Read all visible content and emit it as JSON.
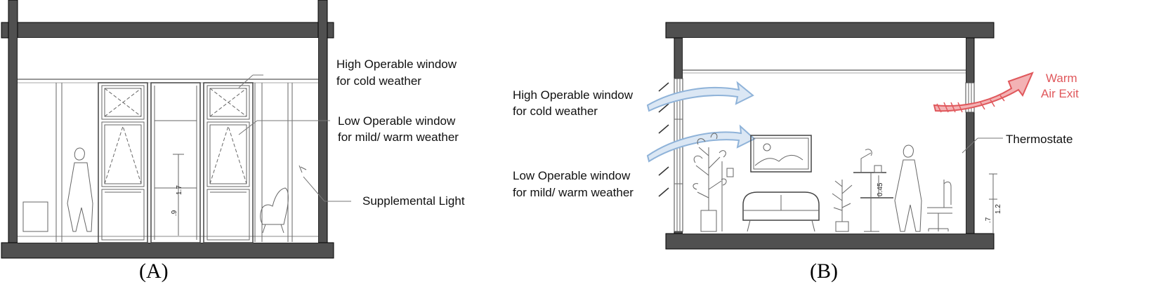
{
  "panel_a": {
    "caption": "(A)",
    "labels": {
      "high_window_line1": "High Operable window",
      "high_window_line2": "for cold weather",
      "low_window_line1": "Low Operable window",
      "low_window_line2": "for mild/ warm weather",
      "supplemental_light": "Supplemental Light"
    },
    "dimensions": {
      "sill": ".9",
      "head": "1.7"
    }
  },
  "panel_b": {
    "caption": "(B)",
    "labels": {
      "high_window_line1": "High Operable window",
      "high_window_line2": "for cold weather",
      "low_window_line1": "Low Operable window",
      "low_window_line2": "for mild/ warm weather",
      "warm_air_line1": "Warm",
      "warm_air_line2": "Air Exit",
      "thermostate": "Thermostate"
    },
    "dimensions": {
      "desk": "0.45",
      "thermostat_low": ".7",
      "thermostat_high": "1.2"
    }
  },
  "colors": {
    "wall": "#505050",
    "airflow": "#8fb3d9",
    "warm_air": "#e0585c"
  }
}
